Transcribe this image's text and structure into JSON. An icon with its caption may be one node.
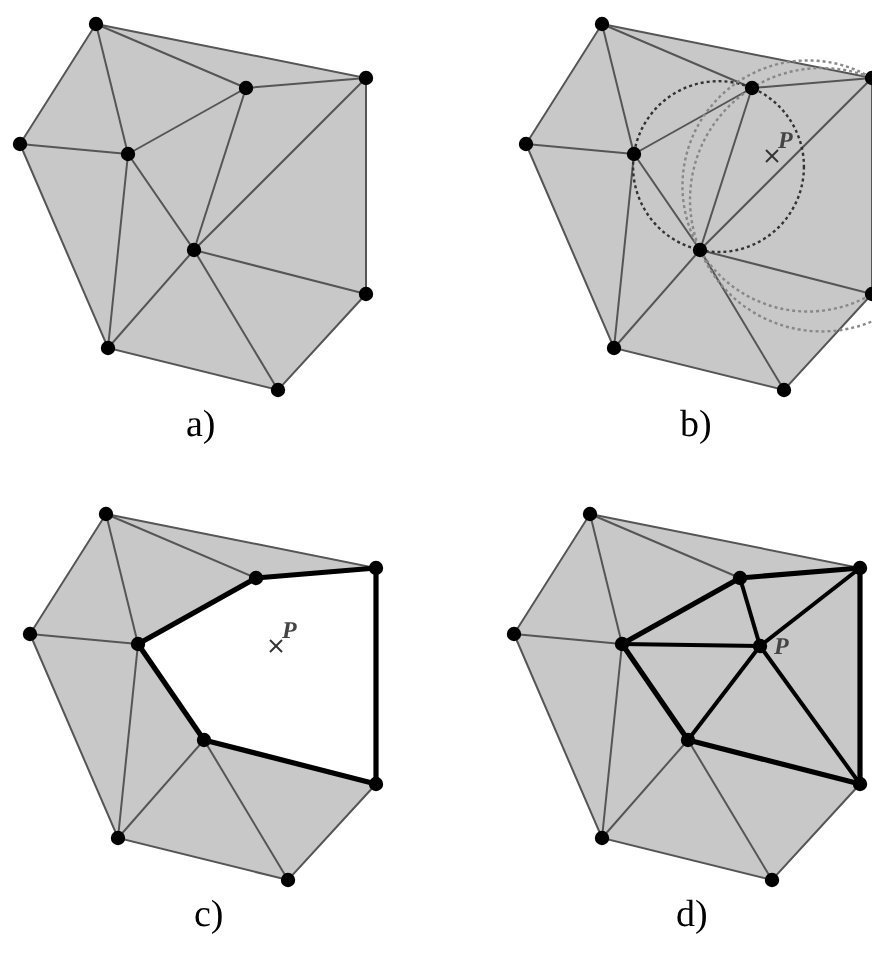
{
  "diagram": {
    "labels": [
      "P",
      "a)",
      "b)",
      "P",
      "P",
      "c)",
      "d)"
    ]
  }
}
